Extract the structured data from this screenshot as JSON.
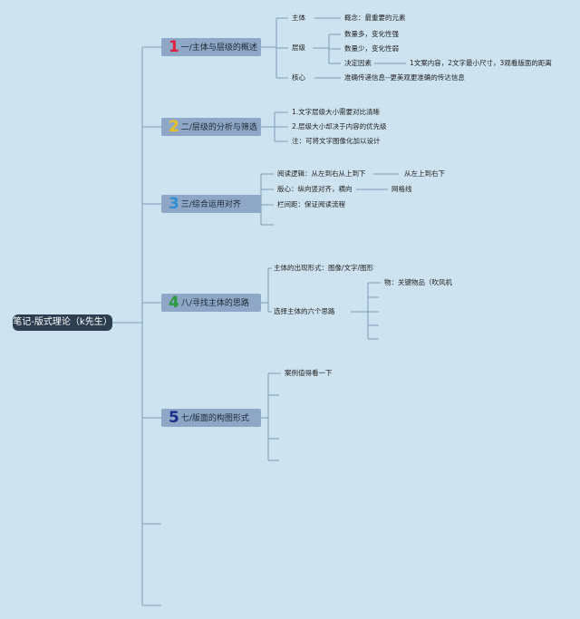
{
  "root": "笔记-版式理论（k先生）",
  "colors": {
    "background": "#cde3f0",
    "root": "#2c3e50",
    "branch": "#8ea7c7",
    "line": "#7f9db6"
  },
  "branches": [
    {
      "num": "1",
      "num_color": "#e0203a",
      "label": "一/主体与层级的概述"
    },
    {
      "num": "2",
      "num_color": "#e8c11f",
      "label": "二/层级的分析与筛选"
    },
    {
      "num": "3",
      "num_color": "#2f8fd0",
      "label": "三/综合运用对齐"
    },
    {
      "num": "4",
      "num_color": "#2a9a3a",
      "label": "八/寻找主体的思路"
    },
    {
      "num": "5",
      "num_color": "#1b2d8a",
      "label": "七/版面的构图形式"
    }
  ],
  "b1": {
    "zhuti": "主体",
    "gainian": "概念：最重要的元素",
    "cengji": "层级",
    "shuliangduo": "数量多，变化性强",
    "shuliangshao": "数量少，变化性弱",
    "jueding": "决定因素",
    "jueding_detail": "1文案内容，2文字最小尺寸，3观看版面的距离",
    "hexin": "核心",
    "hexin_detail": "准确传递信息--更美观更准确的传达信息"
  },
  "b2": {
    "item1": "1.文字层级大小需要对比清晰",
    "item2": "2.层级大小却决于内容的优先级",
    "item3": "注：可将文字图像化加以设计"
  },
  "b3": {
    "yuedu": "阅读逻辑：从左到右从上到下",
    "yuedu_detail": "从左上到右下",
    "banxin": "版心：纵向竖对齐，横向",
    "banxin_detail": "网格线",
    "lanjian": "栏间距：保证阅读流程"
  },
  "b4": {
    "chuxian": "主体的出现形式：图像/文字/图形",
    "xuanze": "选择主体的六个思路",
    "wu": "物：关键物品（吹风机"
  },
  "b5": {
    "anli": "案例值得看一下"
  }
}
